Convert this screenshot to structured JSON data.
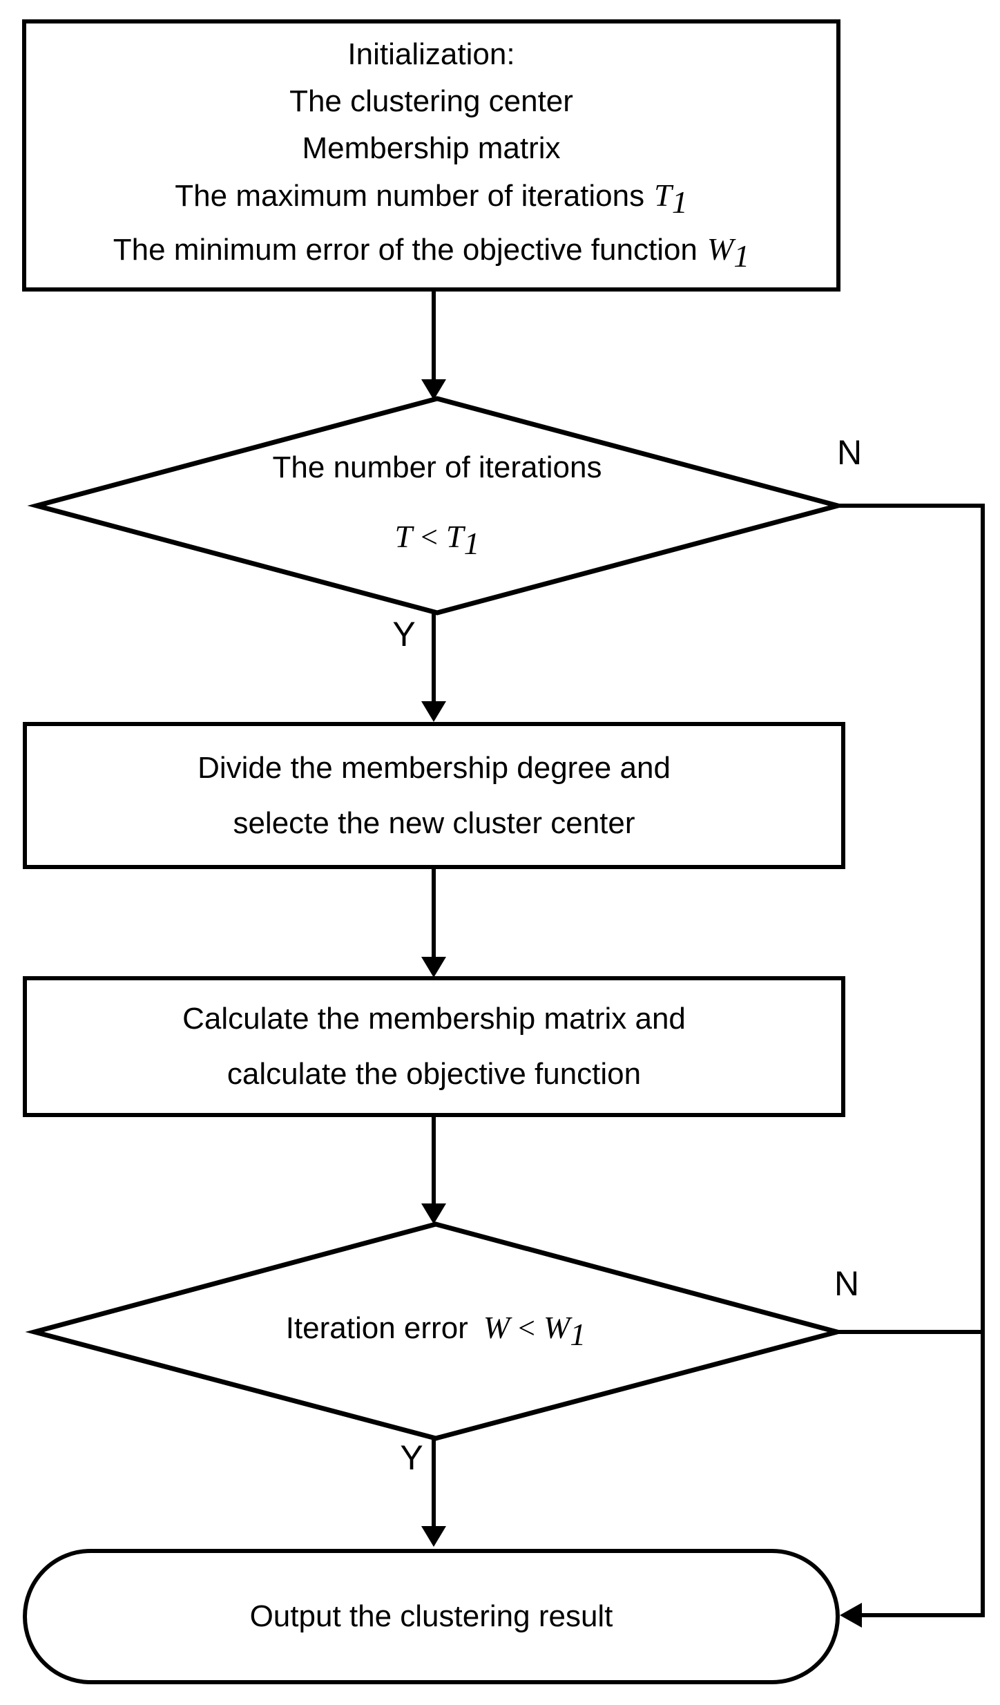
{
  "flowchart": {
    "colors": {
      "stroke": "#000000",
      "background": "#ffffff"
    },
    "init_box": {
      "line1": "Initialization:",
      "line2": "The clustering center",
      "line3": "Membership matrix",
      "line4_text": "The maximum number of iterations",
      "line4_var": "T",
      "line4_var_sub": "1",
      "line5_text": "The minimum error of the objective function",
      "line5_var": "W",
      "line5_var_sub": "1"
    },
    "decision_iterations": {
      "label": "The number of iterations",
      "cond_lhs": "T",
      "cond_op": "<",
      "cond_rhs": "T",
      "cond_rhs_sub": "1",
      "no_label": "N",
      "yes_label": "Y"
    },
    "process_divide": {
      "line1": "Divide the membership degree  and",
      "line2": "selecte the new cluster center"
    },
    "process_calculate": {
      "line1": "Calculate the membership matrix and",
      "line2": "calculate the objective function"
    },
    "decision_error": {
      "label": "Iteration error",
      "cond_lhs": "W",
      "cond_op": "<",
      "cond_rhs": "W",
      "cond_rhs_sub": "1",
      "no_label": "N",
      "yes_label": "Y"
    },
    "terminator": {
      "label": "Output the clustering result"
    }
  }
}
